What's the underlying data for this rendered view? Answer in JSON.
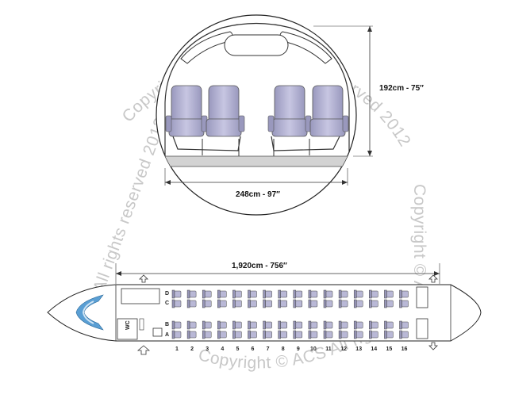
{
  "cross_section": {
    "height_label": "192cm - 75″",
    "width_label": "248cm - 97″"
  },
  "floor_plan": {
    "length_label": "1,920cm - 756″",
    "seat_letters": [
      "D",
      "C",
      "B",
      "A"
    ],
    "row_numbers": [
      "1",
      "2",
      "3",
      "4",
      "5",
      "6",
      "7",
      "8",
      "9",
      "10",
      "11",
      "12",
      "13",
      "14",
      "15",
      "16"
    ],
    "lavatory_label": "WC"
  },
  "watermark": {
    "arc_top": "Copyright © ACS All rights reserved 2012",
    "right_vertical": "Copyright © ACS",
    "left_vertical": "All rights reserved 2012",
    "bottom_arc": "Copyright © ACS All rights reserved 2012"
  },
  "colors": {
    "seat_fill": "#b9b8d6",
    "seat_shade": "#9695b8",
    "line": "#333333",
    "window_blue": "#5a9fd4"
  }
}
